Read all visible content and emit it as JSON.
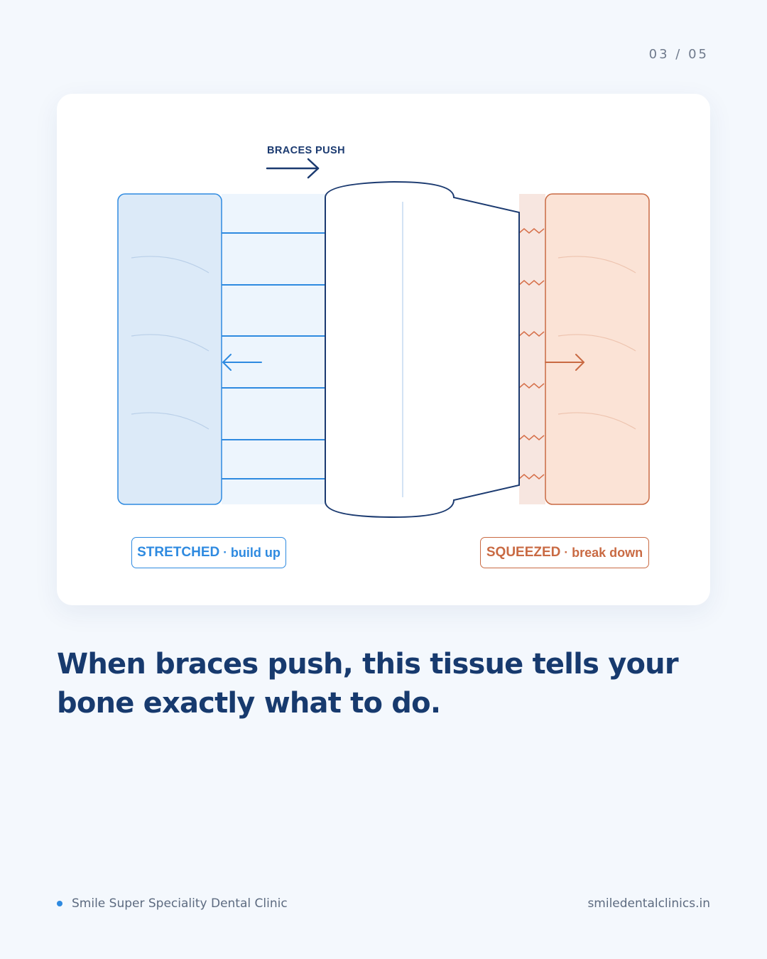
{
  "page_counter": "03 / 05",
  "diagram": {
    "push_label": "BRACES PUSH",
    "stretched": {
      "main": "STRETCHED",
      "separator": "·",
      "sub": "build up"
    },
    "squeezed": {
      "main": "SQUEEZED",
      "separator": "·",
      "sub": "break down"
    }
  },
  "headline": "When braces push, this tissue tells your bone exactly what to do.",
  "footer": {
    "clinic_name": "Smile Super Speciality Dental Clinic",
    "website": "smiledentalclinics.in"
  },
  "colors": {
    "stretched_side": "#2e8ae0",
    "squeezed_side": "#c96a43",
    "tooth_outline": "#1b3a70",
    "headline": "#173a6e"
  },
  "icons": [
    "right-arrow-icon",
    "left-arrow-icon",
    "bullet-dot-icon"
  ]
}
